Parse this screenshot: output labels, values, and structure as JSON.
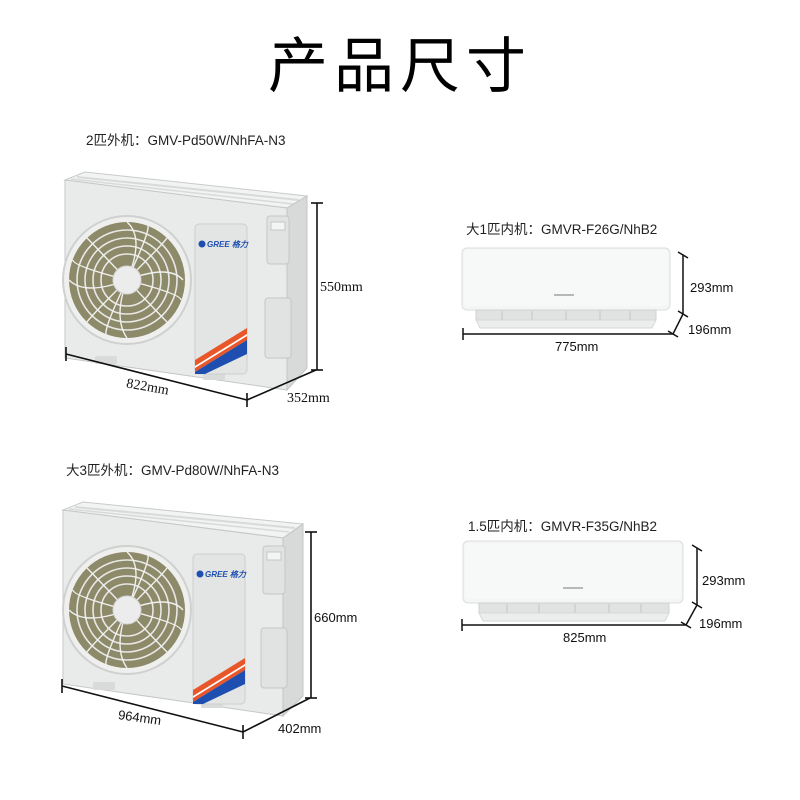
{
  "page": {
    "title": "产品尺寸"
  },
  "units": [
    {
      "id": "outdoor-2hp",
      "label": "2匹外机：GMV-Pd50W/NhFA-N3",
      "type": "outdoor",
      "dimensions": {
        "width": "822mm",
        "height": "550mm",
        "depth": "352mm"
      }
    },
    {
      "id": "indoor-1hp",
      "label": "大1匹内机：GMVR-F26G/NhB2",
      "type": "indoor",
      "dimensions": {
        "width": "775mm",
        "height": "293mm",
        "depth": "196mm"
      }
    },
    {
      "id": "outdoor-3hp",
      "label": "大3匹外机：GMV-Pd80W/NhFA-N3",
      "type": "outdoor",
      "dimensions": {
        "width": "964mm",
        "height": "660mm",
        "depth": "402mm"
      }
    },
    {
      "id": "indoor-1_5hp",
      "label": "1.5匹内机：GMVR-F35G/NhB2",
      "type": "indoor",
      "dimensions": {
        "width": "825mm",
        "height": "293mm",
        "depth": "196mm"
      }
    }
  ],
  "brand": {
    "logo_text": "GREE",
    "icons": [
      "fan-grille-icon",
      "gree-logo-icon",
      "decal-stripe-icon"
    ]
  },
  "colors": {
    "unit_body": "#e9eaea",
    "unit_shade": "#d4d6d6",
    "fan_grille": "#8d8a6a",
    "brand_blue": "#1e4fb0",
    "decal_orange": "#e8562a",
    "dimension_line": "#111111"
  }
}
